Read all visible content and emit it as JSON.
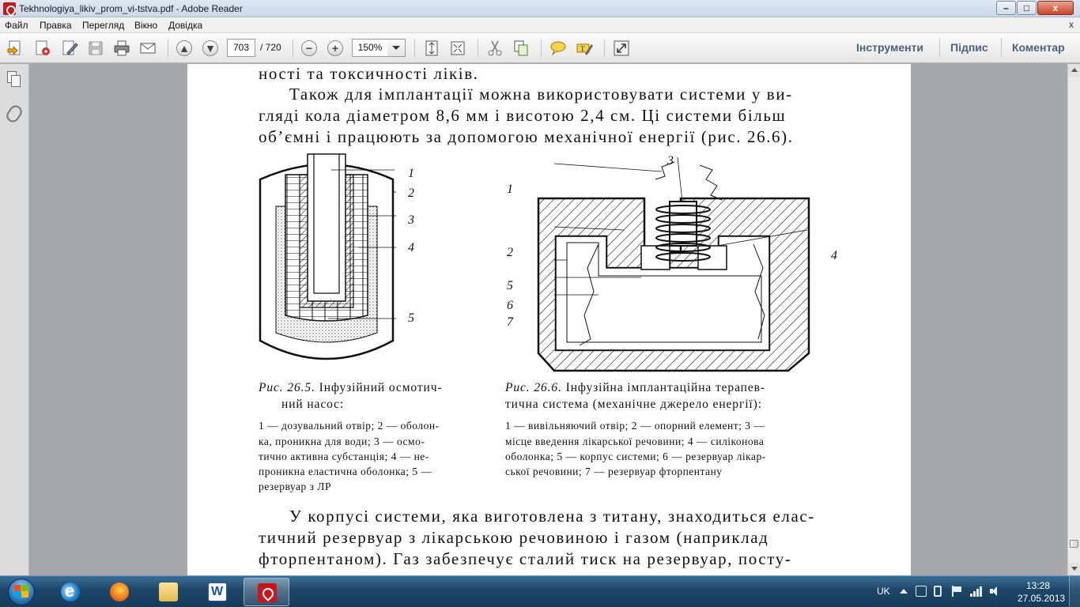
{
  "window": {
    "title": "Tekhnologiya_likiv_prom_vi-tstva.pdf - Adobe Reader",
    "min": "–",
    "max": "□",
    "close": "x"
  },
  "menu": {
    "items": [
      "Файл",
      "Правка",
      "Перегляд",
      "Вікно",
      "Довідка"
    ],
    "close": "x"
  },
  "toolbar": {
    "page_current": "703",
    "page_total": "/ 720",
    "zoom": "150%",
    "tools_label": "Інструменти",
    "sign_label": "Підпис",
    "comment_label": "Коментар",
    "icons": [
      "create-pdf-icon",
      "share-icon",
      "edit-icon",
      "save-icon",
      "print-icon",
      "email-icon",
      "prev-page-icon",
      "next-page-icon",
      "zoom-out-icon",
      "zoom-in-icon",
      "fit-page-icon",
      "fit-width-icon",
      "cut-icon",
      "copy-icon",
      "comment-icon",
      "highlight-icon",
      "fullscreen-icon"
    ]
  },
  "document": {
    "line1": "ності та токсичності ліків.",
    "para1": [
      "Також для імплантації можна використовувати системи у ви-",
      "гляді кола діаметром 8,6 мм і висотою 2,4 см. Ці системи більш",
      "об’ємні і працюють за допомогою механічної енергії (рис. 26.6)."
    ],
    "fig1": {
      "labels": [
        "1",
        "2",
        "3",
        "4",
        "5"
      ],
      "caption_num": "Рис. 26.5.",
      "caption_rest": " Інфузійний осмотич-",
      "caption_line2": "ний насос:",
      "legend": [
        "1 — дозувальний отвір; 2 — оболон-",
        "ка, проникна для води; 3 — осмо-",
        "тично активна субстанція; 4 — не-",
        "проникна еластична оболонка; 5 —",
        "резервуар з ЛР"
      ]
    },
    "fig2": {
      "labels": [
        "1",
        "2",
        "3",
        "4",
        "5",
        "6",
        "7"
      ],
      "caption_num": "Рис. 26.6.",
      "caption_rest": " Інфузійна імплантаційна терапев-",
      "caption_line2": "тична система (механічне джерело енергії):",
      "legend": [
        "1 — вивільняючий отвір; 2 — опорний елемент; 3 —",
        "місце введення лікарської речовини; 4 — силіконова",
        "оболонка; 5 — корпус системи; 6 — резервуар лікар-",
        "ської речовини; 7 — резервуар фторпентану"
      ]
    },
    "para2": [
      "У корпусі системи, яка виготовлена з титану, знаходиться елас-",
      "тичний резервуар з лікарською речовиною і газом (наприклад",
      "фторпентаном). Газ забезпечує сталий тиск на резервуар, посту-"
    ]
  },
  "taskbar": {
    "apps": [
      "start-orb",
      "internet-explorer",
      "firefox",
      "windows-explorer",
      "microsoft-word",
      "adobe-reader"
    ],
    "lang": "UK",
    "time": "13:28",
    "date": "27.05.2013"
  },
  "colors": {
    "title_bar": "#c9d7ea",
    "toolbar_link": "#4a6180",
    "doc_background": "#a6a8ab",
    "taskbar": "#1d4567"
  }
}
